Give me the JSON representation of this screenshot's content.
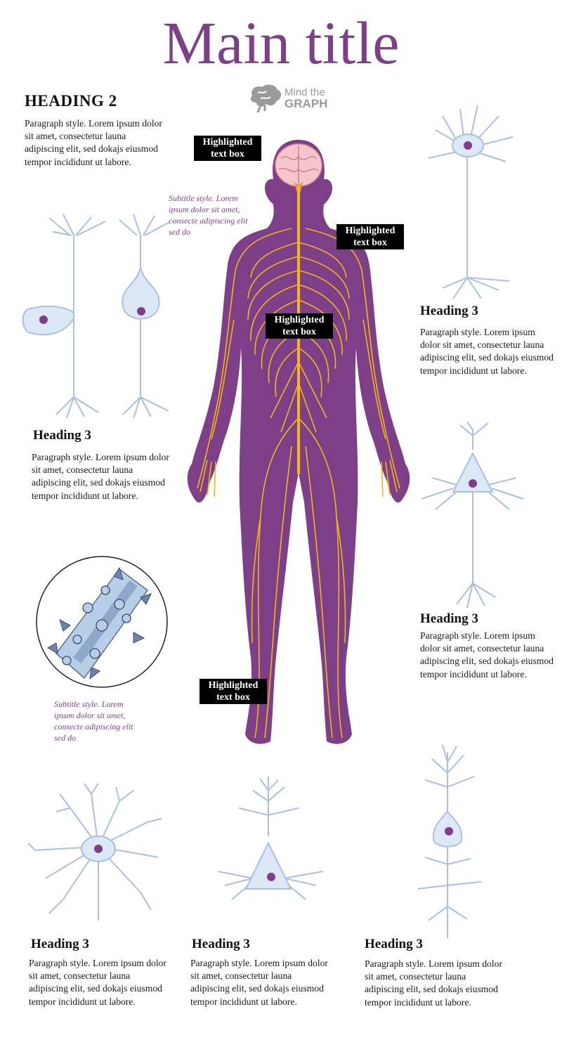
{
  "title": "Main title",
  "logo": {
    "line1": "Mind the",
    "line2": "GRAPH",
    "icon": "brain-logo-icon"
  },
  "heading2": "HEADING 2",
  "paragraph": "Paragraph style. Lorem ipsum dolor sit amet, consectetur launa adipiscing elit, sed dokajs eiusmod tempor incididunt ut labore.",
  "subtitle": "Subtitle style. Lorem ipsum dolor sit amet, consecte adipiscing elit sed do",
  "highlight": {
    "line1": "Highlighted",
    "line2": "text box"
  },
  "heading3": "Heading 3",
  "colors": {
    "accent": "#7d3f88",
    "body": "#7d3f88",
    "nerve": "#f5b417",
    "neuron": "#dce8f5",
    "neuron_stroke": "#9fb9d6",
    "nucleus": "#7d3f88"
  }
}
